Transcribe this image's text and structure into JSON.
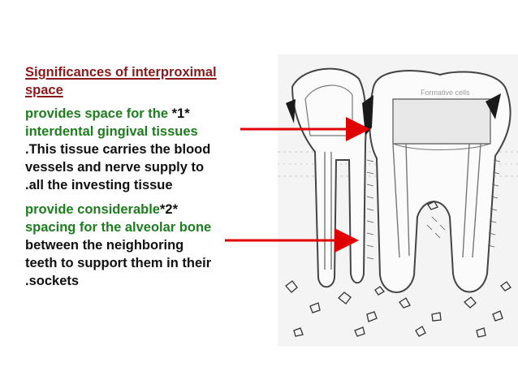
{
  "heading": {
    "line1": "Significances of interproximal",
    "line2": "space"
  },
  "point1": {
    "green_text": "provides space for the ",
    "marker": "*1*",
    "line2": "interdental gingival tissues",
    "line3": ".This tissue carries the blood",
    "line4": "vessels and nerve supply to",
    "line5": ".all the investing tissue"
  },
  "point2": {
    "green_text": "provide considerable",
    "marker": "*2*",
    "line2": "spacing for the alveolar bone",
    "line3": "between the neighboring",
    "line4": "teeth to support them in their",
    "line5": ".sockets"
  },
  "diagram": {
    "label": "Formative cells",
    "icon": "tooth-cross-section-diagram"
  },
  "colors": {
    "heading": "#8b1a1a",
    "green": "#1e7d1e",
    "arrow": "#e00000"
  }
}
